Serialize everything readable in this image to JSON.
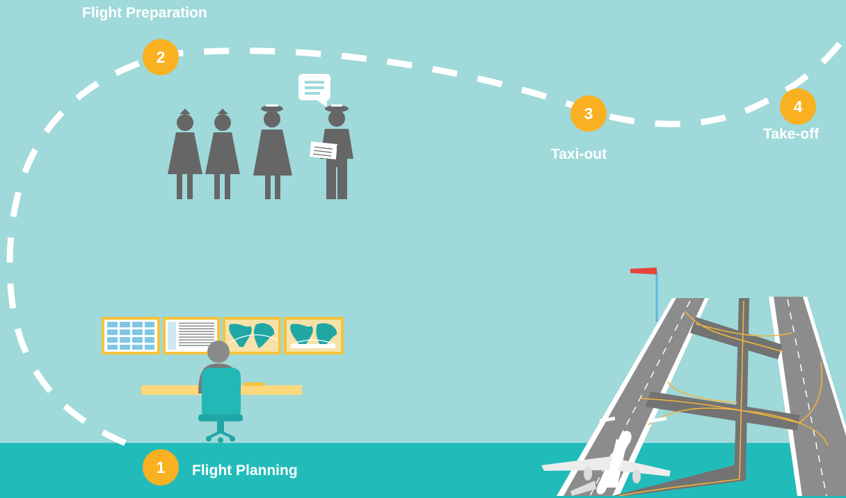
{
  "colors": {
    "sky": "#9fd9da",
    "ground": "#21bcba",
    "badge": "#f9b121",
    "path": "#ffffff",
    "figure": "#666666",
    "runway": "#8c8c8c",
    "taxi_line": "#f2b43c",
    "windsock": "#e8443a",
    "chair": "#22b8b6",
    "desk": "#fbd87d",
    "screen_frame": "#f5c33b"
  },
  "steps": [
    {
      "number": "1",
      "label": "Flight Planning"
    },
    {
      "number": "2",
      "label": "Flight Preparation"
    },
    {
      "number": "3",
      "label": "Taxi-out"
    },
    {
      "number": "4",
      "label": "Take-off"
    }
  ],
  "icons": {
    "crew": "crew-group-icon",
    "speech": "speech-bubble-icon",
    "planner": "flight-planner-icon",
    "screens": "planning-screens-icon",
    "runways": "runway-icon",
    "airplane": "airplane-icon",
    "windsock": "windsock-icon"
  }
}
